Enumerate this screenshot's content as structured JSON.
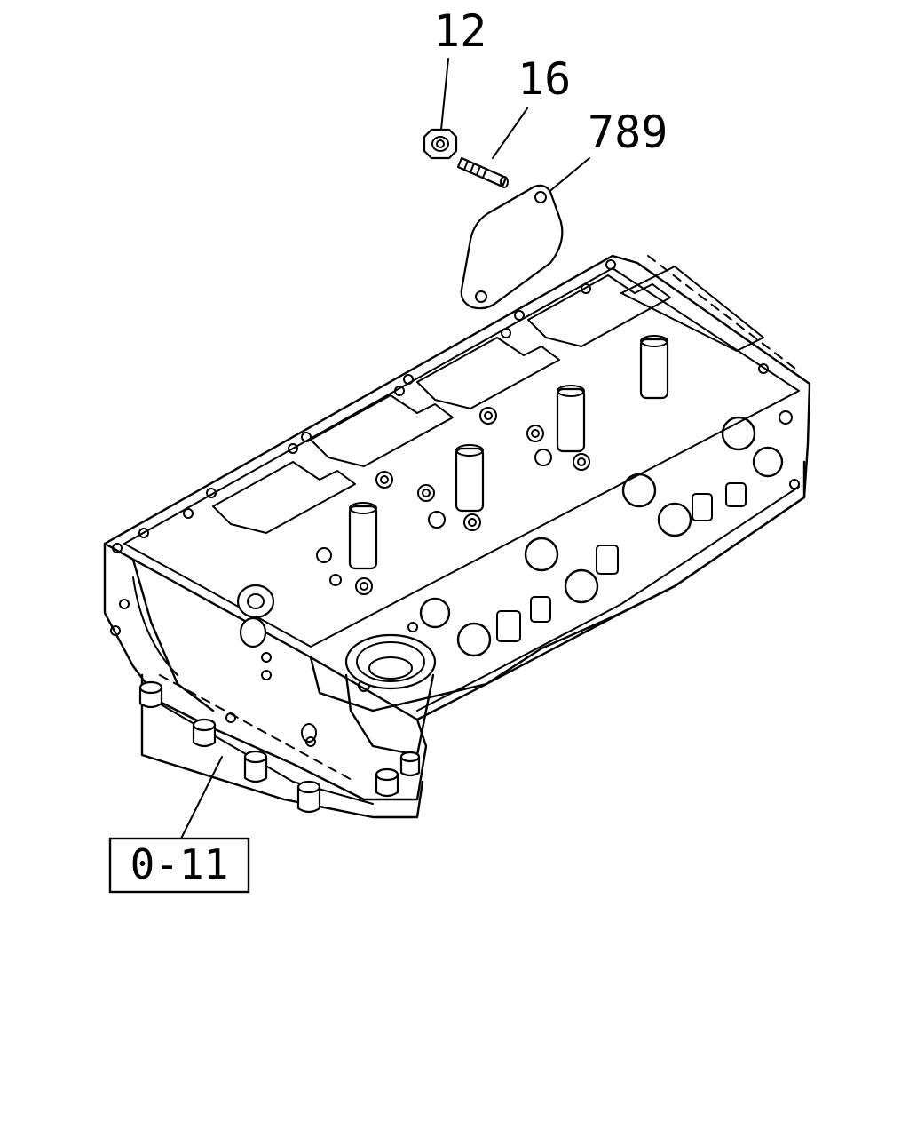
{
  "callouts": {
    "nut": "12",
    "stud": "16",
    "gasket": "789"
  },
  "reference_box": "0-11",
  "colors": {
    "line": "#000000",
    "background": "#ffffff"
  }
}
